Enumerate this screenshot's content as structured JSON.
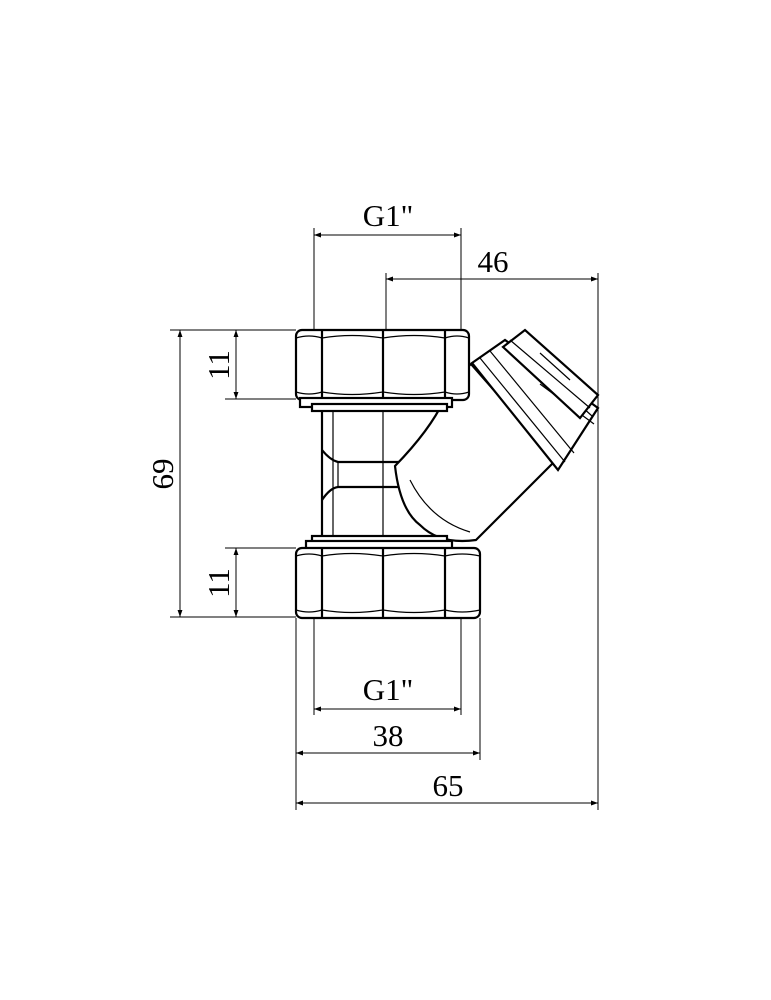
{
  "dimensions": {
    "top_thread": "G1\"",
    "bottom_thread": "G1\"",
    "offset_width": "46",
    "body_width": "38",
    "overall_width": "65",
    "overall_height": "69",
    "top_nut_height": "11",
    "bottom_nut_height": "11"
  }
}
